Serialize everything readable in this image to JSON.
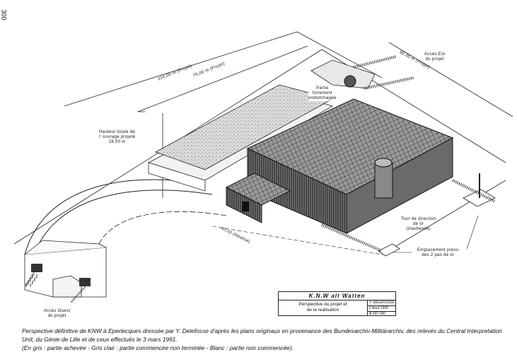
{
  "page_number": "300",
  "drawing": {
    "labels": {
      "dim_216": "216,00 m (Projet)",
      "dim_75": "75,00 m (Projet)",
      "dim_95": "95,00 m (Projet)",
      "dim_40": "40,00 (Réalisé)",
      "height_l1": "Hauteur totale de",
      "height_l2": "l' ouvrage projeté",
      "height_l3": "28,00 m",
      "damaged_l1": "Partie",
      "damaged_l2": "fortement",
      "damaged_l3": "endommagée",
      "east_l1": "Accès Est",
      "east_l2": "du projet",
      "west_l1": "Accès Ouest",
      "west_l2": "du projet",
      "tower_l1": "Tour de direction",
      "tower_l2": "de tir",
      "tower_l3": "(inachevée)",
      "launch_l1": "Emplacement prevu",
      "launch_l2": "des 2 pas de tir"
    }
  },
  "title_block": {
    "title": "K.N.W alt Watten",
    "desc_l1": "Perspective du projet et",
    "desc_l2": "de la realisation",
    "author": "Y. DELEFOSSE",
    "date": "2 Aout 1990",
    "ref": "B 697 VW"
  },
  "caption": {
    "line1": "Perspective définitive de KNW à Eperlecques dressée par Y. Delefosse d'après les plans originaux en provenance des Bundesarchiv-Militärarchiv, des relevés du Central Interpretation Unit, du Génie de Lille et de ceux effectués le 3 mars 1991.",
    "line2": "(En gris : partie achevée - Gris clair : partie commencée non terminée - Blanc : partie non commencée)."
  }
}
